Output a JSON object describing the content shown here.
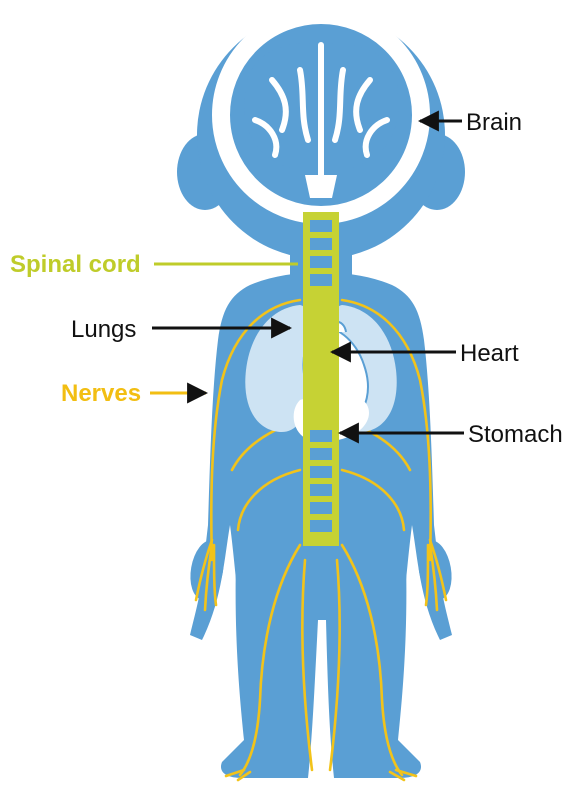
{
  "labels": {
    "brain": "Brain",
    "spinal_cord": "Spinal cord",
    "lungs": "Lungs",
    "heart": "Heart",
    "nerves": "Nerves",
    "stomach": "Stomach"
  },
  "colors": {
    "body": "#5a9fd4",
    "organ": "#cde3f3",
    "white": "#ffffff",
    "nerve": "#f2c31a",
    "spine": "#c6d234",
    "spinal_cord_label": "#bfcc2a",
    "nerves_label": "#f2be12",
    "arrow": "#111111"
  }
}
